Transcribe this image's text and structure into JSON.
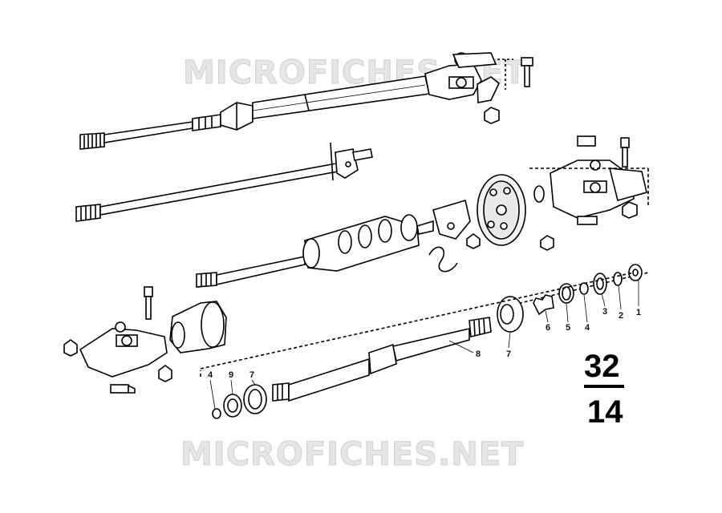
{
  "watermark_text": "MICROFICHES.NET",
  "page_number": {
    "group": "32",
    "page": "14"
  },
  "callouts": [
    "1",
    "2",
    "3",
    "4",
    "5",
    "6",
    "7",
    "8",
    "4",
    "9",
    "7"
  ]
}
